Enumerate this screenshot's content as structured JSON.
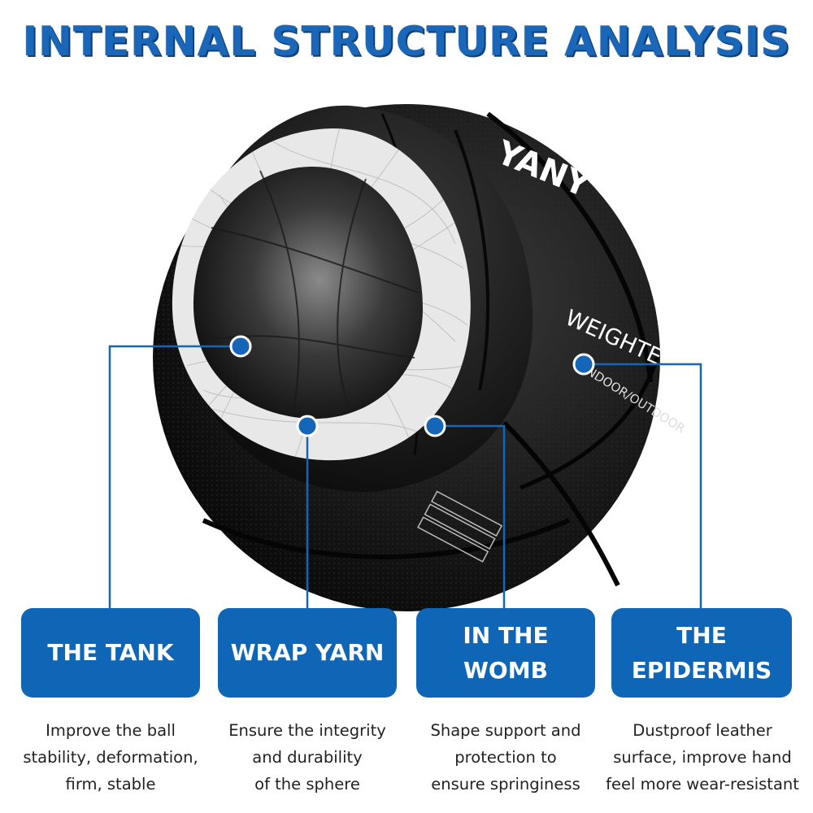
{
  "title": "INTERNAL STRUCTURE ANALYSIS",
  "ball_text": {
    "brand": "YANY",
    "weighted": "WEIGHTED",
    "indoor_outdoor": "INDOOR/OUTDOOR"
  },
  "colors": {
    "accent": "#0f66b6",
    "ball": "#151515",
    "yarn": "#e6e6e6",
    "text": "#222222"
  },
  "layers": [
    {
      "id": "tank",
      "label_lines": [
        "THE TANK"
      ],
      "desc_lines": [
        "Improve the ball",
        "stability, deformation,",
        "firm, stable"
      ]
    },
    {
      "id": "wrap-yarn",
      "label_lines": [
        "WRAP YARN"
      ],
      "desc_lines": [
        "Ensure the integrity",
        "and durability",
        "of the sphere"
      ]
    },
    {
      "id": "womb",
      "label_lines": [
        "IN THE",
        "WOMB"
      ],
      "desc_lines": [
        "Shape support and",
        "protection to",
        "ensure springiness"
      ]
    },
    {
      "id": "epidermis",
      "label_lines": [
        "THE",
        "EPIDERMIS"
      ],
      "desc_lines": [
        "Dustproof leather",
        "surface, improve hand",
        "feel more wear-resistant"
      ]
    }
  ]
}
